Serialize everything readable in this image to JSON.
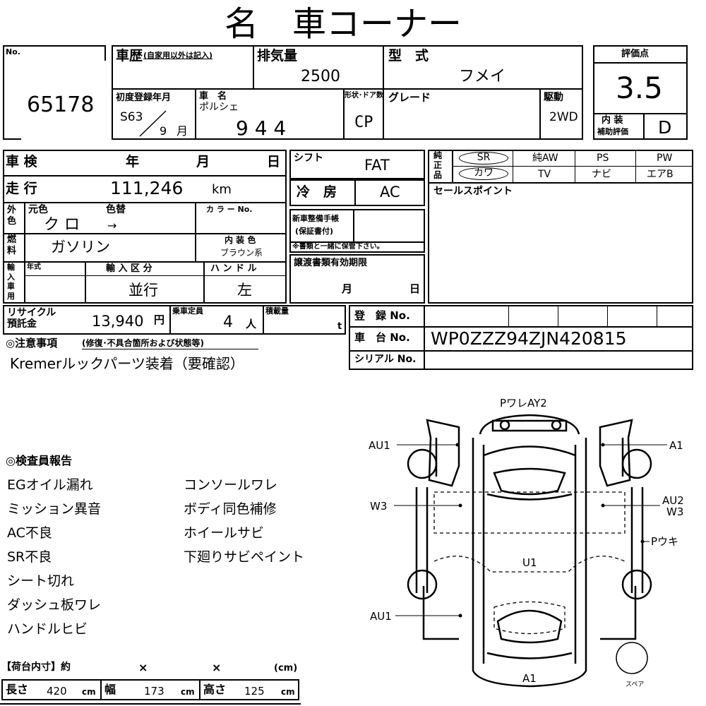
{
  "title": "名　車コーナー",
  "stock": {
    "no_label": "No.",
    "number": "65178"
  },
  "history": {
    "label": "車歴",
    "note": "(自家用以外は記入)",
    "value": ""
  },
  "displacement": {
    "label": "排気量",
    "value": "2500"
  },
  "model": {
    "label": "型　式",
    "value": "フメイ"
  },
  "first_reg": {
    "label": "初度登録年月",
    "era_year": "S63",
    "month": "9",
    "month_unit": "月"
  },
  "car_name": {
    "label": "車　名",
    "maker": "ポルシェ",
    "name": "9 4 4"
  },
  "body": {
    "label": "形状･ドア数",
    "value": "CP"
  },
  "grade": {
    "label": "グレード",
    "value": ""
  },
  "drive": {
    "label": "駆動",
    "value": "2WD"
  },
  "evaluation": {
    "label": "評価点",
    "score": "3.5",
    "interior_label1": "内 装",
    "interior_label2": "補助評価",
    "interior": "D"
  },
  "shaken": {
    "label": "車 検",
    "year": "年",
    "month": "月",
    "day": "日"
  },
  "mileage": {
    "label": "走 行",
    "value": "111,246",
    "unit": "km"
  },
  "exterior": {
    "label": "外色",
    "orig_label": "元色",
    "orig": "ク ロ",
    "repaint_label": "色替",
    "repaint": "→",
    "color_no_label": "カ ラ ー No."
  },
  "fuel": {
    "label": "燃料",
    "value": "ガソリン"
  },
  "interior_color": {
    "label": "内 装 色",
    "value": "ブラウン系"
  },
  "import": {
    "label": "輸入車用",
    "year_label": "年式",
    "type_label": "輸 入 区 分",
    "type": "並行",
    "handle_label": "ハ ン ド ル",
    "handle": "左"
  },
  "shift": {
    "label": "シフト",
    "value": "FAT"
  },
  "ac": {
    "label": "冷　房",
    "value": "AC"
  },
  "warranty": {
    "label1": "新車整備手帳",
    "label2": "(保証書付)",
    "note": "※書類と一緒に保管下さい。"
  },
  "transfer": {
    "label": "譲渡書類有効期限",
    "month": "月",
    "day": "日"
  },
  "genuine": {
    "label": "純正品",
    "items": [
      "SR",
      "純AW",
      "PS",
      "PW",
      "カワ",
      "TV",
      "ナビ",
      "エアB"
    ]
  },
  "sales_point": {
    "label": "セールスポイント",
    "value": ""
  },
  "recycle": {
    "label1": "リサイクル",
    "label2": "預託金",
    "value": "13,940",
    "unit": "円"
  },
  "capacity": {
    "label": "乗車定員",
    "value": "4",
    "unit": "人"
  },
  "load": {
    "label": "積載量",
    "unit": "t"
  },
  "registration": {
    "label": "登　録 No."
  },
  "chassis": {
    "label": "車　台 No.",
    "value": "WP0ZZZ94ZJN420815"
  },
  "serial": {
    "label": "シリアル No."
  },
  "notes": {
    "label": "◎注意事項",
    "sub": "(修復･不具合箇所および状態等)",
    "value": "Kremerルックパーツ装着（要確認）"
  },
  "inspector": {
    "label": "◎検査員報告",
    "left": [
      "EGオイル漏れ",
      "ミッション異音",
      "AC不良",
      "SR不良",
      "シート切れ",
      "ダッシュ板ワレ",
      "ハンドルヒビ"
    ],
    "right": [
      "コンソールワレ",
      "ボディ同色補修",
      "ホイールサビ",
      "下廻りサビペイント"
    ]
  },
  "cargo": {
    "label": "【荷台内寸】約",
    "x1": "×",
    "x2": "×",
    "unit": "(cm)",
    "length_label": "長さ",
    "length": "420",
    "width_label": "幅",
    "width": "173",
    "height_label": "高さ",
    "height": "125",
    "cm": "cm"
  },
  "diagram": {
    "top": "PワレAY2",
    "fl": "AU1",
    "fr": "A1",
    "ml": "W3",
    "mr1": "AU2",
    "mr2": "W3",
    "side_r": "Pウキ",
    "center": "U1",
    "rl": "AU1",
    "bottom": "A1",
    "spare": "スペア"
  }
}
